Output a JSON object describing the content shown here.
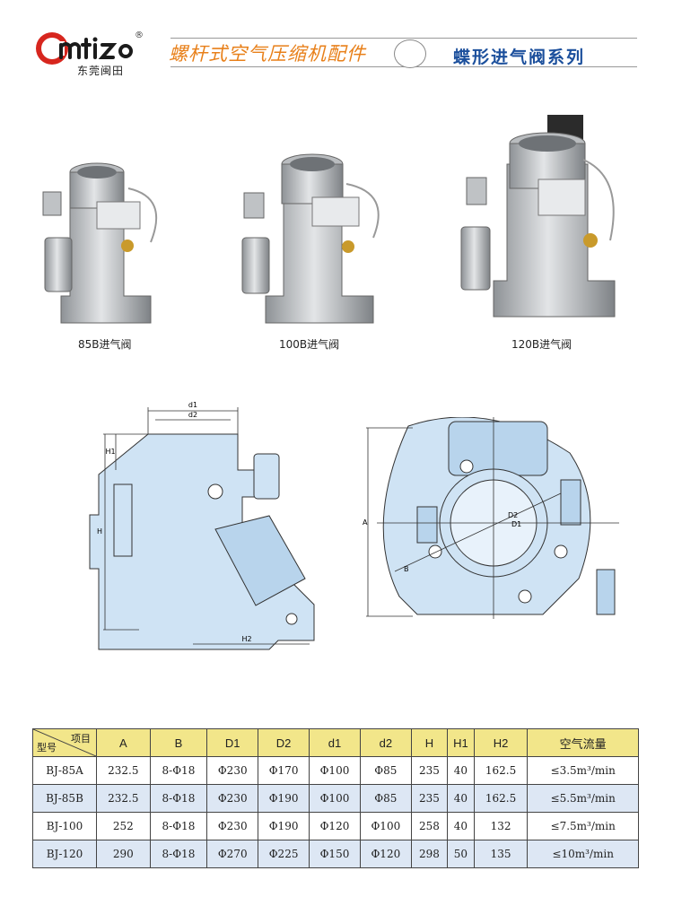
{
  "header": {
    "logo_text": "东莞闽田",
    "logo_reg": "®",
    "title_left": "螺杆式空气压缩机配件",
    "title_right": "蝶形进气阀系列"
  },
  "products": [
    {
      "caption": "85B进气阀"
    },
    {
      "caption": "100B进气阀"
    },
    {
      "caption": "120B进气阀"
    }
  ],
  "drawing_labels": {
    "d1": "d1",
    "d2": "d2",
    "H1": "H1",
    "H": "H",
    "H2": "H2",
    "A": "A",
    "B": "B",
    "D1": "D1",
    "D2": "D2"
  },
  "table": {
    "corner_top": "项目",
    "corner_bottom": "型号",
    "headers": [
      "A",
      "B",
      "D1",
      "D2",
      "d1",
      "d2",
      "H",
      "H1",
      "H2",
      "空气流量"
    ],
    "rows": [
      [
        "BJ-85A",
        "232.5",
        "8-Φ18",
        "Φ230",
        "Φ170",
        "Φ100",
        "Φ85",
        "235",
        "40",
        "162.5",
        "≤3.5m³/min"
      ],
      [
        "BJ-85B",
        "232.5",
        "8-Φ18",
        "Φ230",
        "Φ190",
        "Φ100",
        "Φ85",
        "235",
        "40",
        "162.5",
        "≤5.5m³/min"
      ],
      [
        "BJ-100",
        "252",
        "8-Φ18",
        "Φ230",
        "Φ190",
        "Φ120",
        "Φ100",
        "258",
        "40",
        "132",
        "≤7.5m³/min"
      ],
      [
        "BJ-120",
        "290",
        "8-Φ18",
        "Φ270",
        "Φ225",
        "Φ150",
        "Φ120",
        "298",
        "50",
        "135",
        "≤10m³/min"
      ]
    ]
  }
}
